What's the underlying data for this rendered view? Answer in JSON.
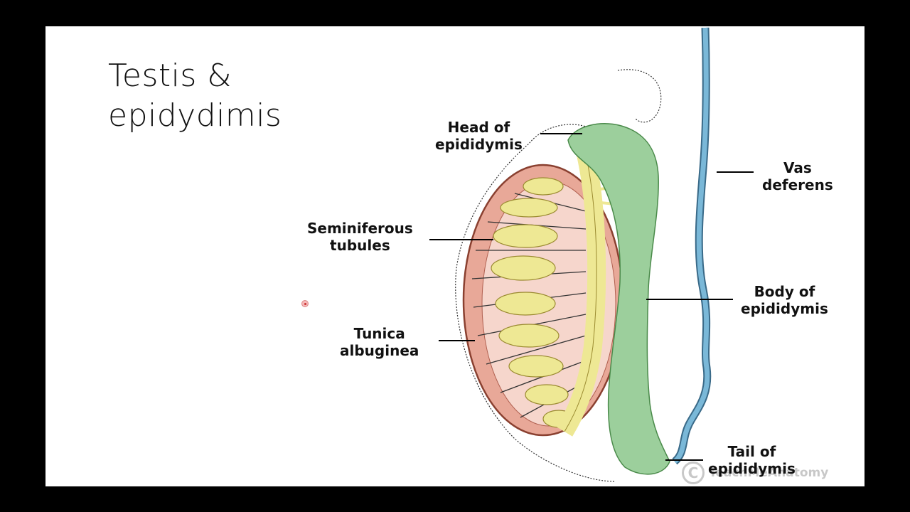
{
  "title": {
    "line1": "Testis &",
    "line2": "epidydimis"
  },
  "labels": {
    "head": {
      "line1": "Head of",
      "line2": "epididymis"
    },
    "vas": {
      "line1": "Vas",
      "line2": "deferens"
    },
    "seminiferous": {
      "line1": "Seminiferous",
      "line2": "tubules"
    },
    "body": {
      "line1": "Body of",
      "line2": "epididymis"
    },
    "tunica": {
      "line1": "Tunica",
      "line2": "albuginea"
    },
    "tail": {
      "line1": "Tail of",
      "line2": "epididymis"
    }
  },
  "watermark": {
    "symbol": "C",
    "text": "TeachMeAnatomy"
  },
  "colors": {
    "tunica": "#e8a898",
    "tubules": "#eee894",
    "epididymis": "#9ccf9c",
    "vas_deferens": "#7ab8d8"
  }
}
